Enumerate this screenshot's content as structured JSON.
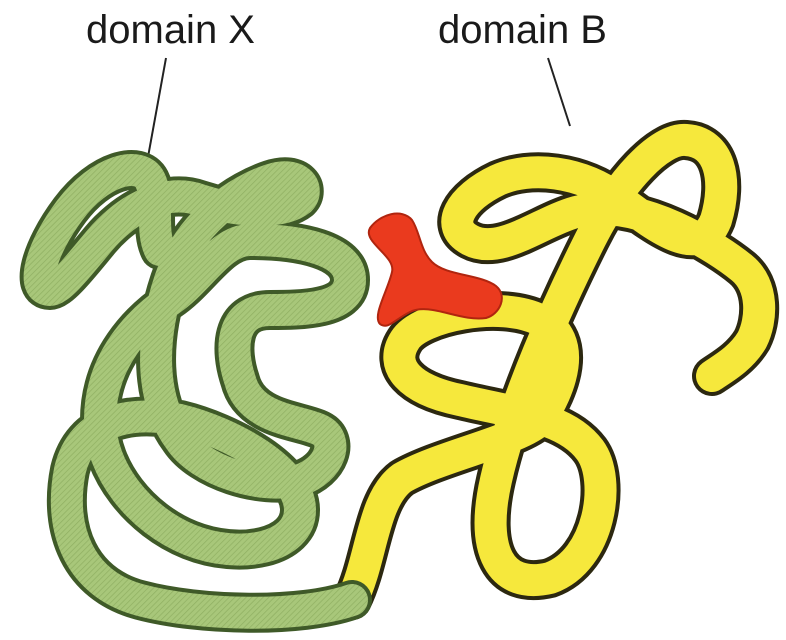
{
  "labels": {
    "domain_x": "domain X",
    "domain_b": "domain B"
  },
  "colors": {
    "domain_x_fill": "#a8c77a",
    "domain_x_outline": "#3f5a28",
    "domain_b_fill": "#f6e83c",
    "domain_b_outline": "#2c2810",
    "ligand_fill": "#ea3a1e",
    "ligand_outline": "#b0250f",
    "leader_line": "#222222"
  },
  "elements": {
    "domain_x": "green-chain",
    "domain_b": "yellow-chain",
    "ligand": "red-binding-molecule"
  }
}
